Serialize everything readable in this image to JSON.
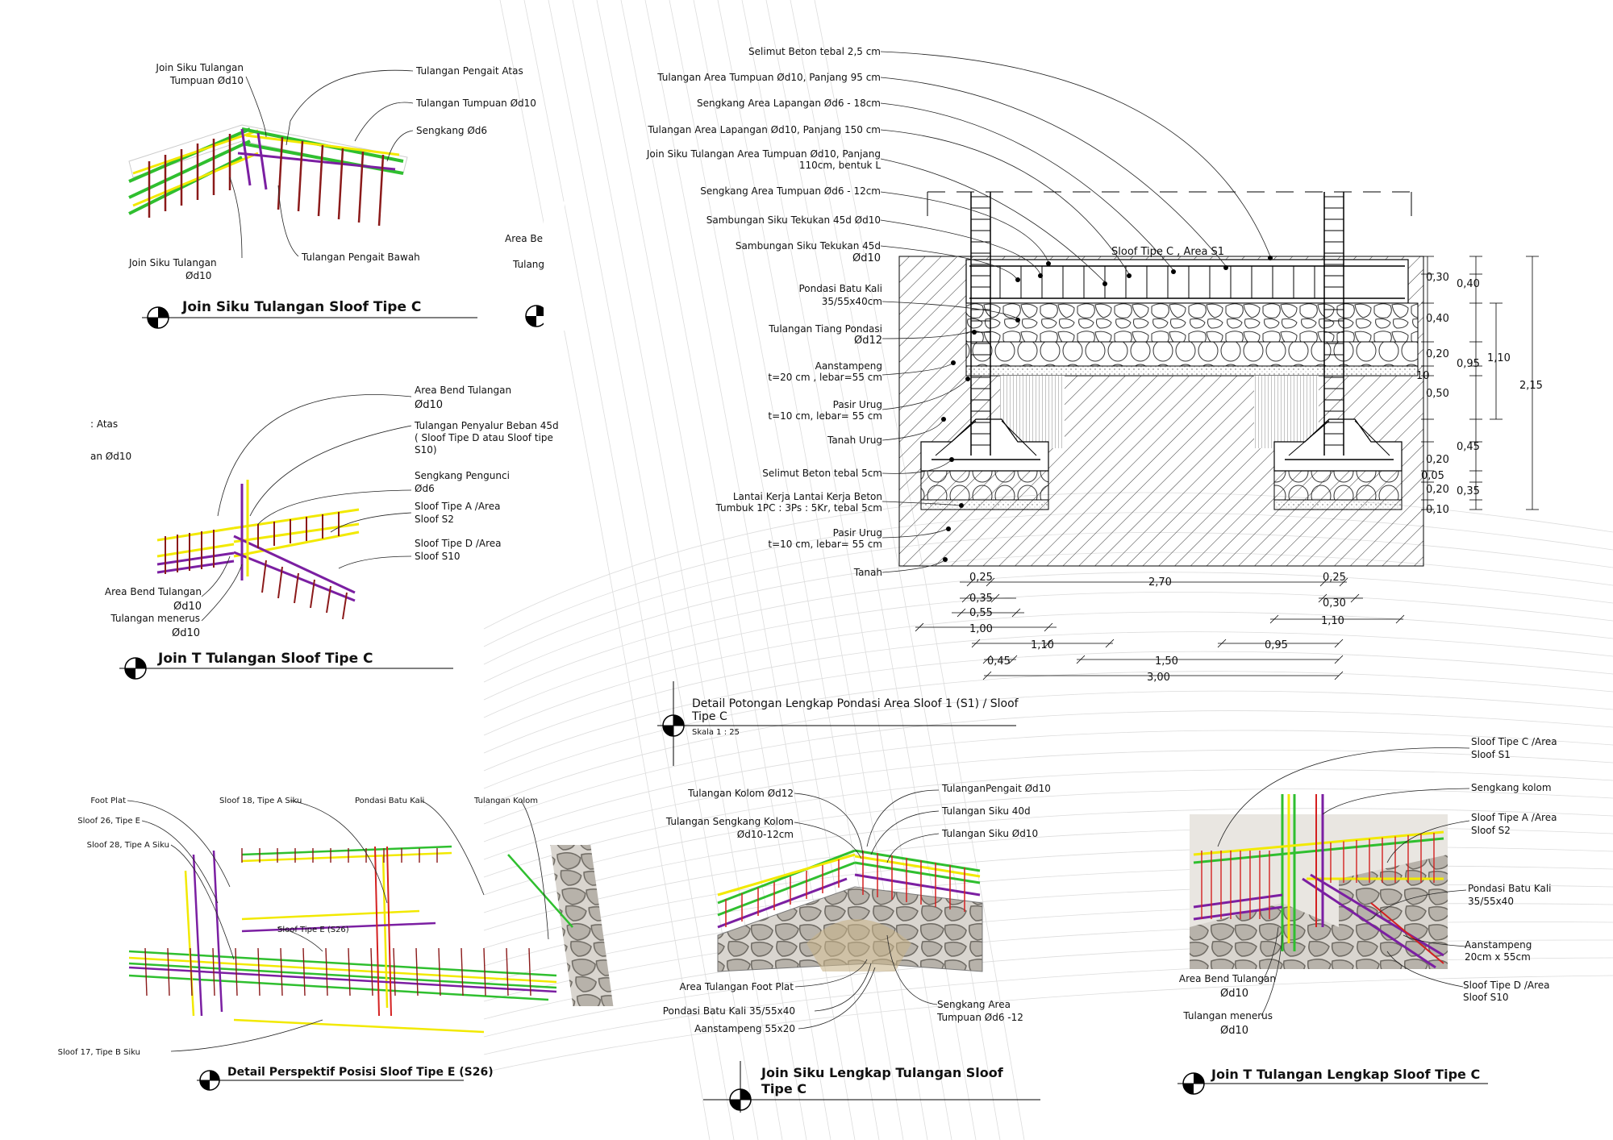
{
  "colors": {
    "rebar_green": "#2fbf2f",
    "rebar_yellow": "#f2e900",
    "rebar_purple": "#7b1fa2",
    "rebar_red": "#d42020",
    "stirrup": "#8b1a1a",
    "stone": "#cfcac2",
    "ink": "#111111"
  },
  "panel1": {
    "title": "Join Siku Tulangan Sloof Tipe C",
    "labels": [
      "Join Siku Tulangan",
      "Tumpuan Ød10",
      "Tulangan Pengait Atas",
      "Tulangan Tumpuan Ød10",
      "Sengkang Ød6",
      "Join Siku Tulangan",
      "Ød10",
      "Tulangan Pengait Bawah"
    ]
  },
  "panel1b": {
    "labels": [
      "Area Be",
      "Tulang"
    ]
  },
  "panel2": {
    "title": "Join T Tulangan Sloof Tipe C",
    "labels": [
      "Area Bend Tulangan",
      "Ød10",
      "Tulangan Penyalur Beban 45d",
      "( Sloof Tipe D atau Sloof tipe",
      "S10)",
      "Sengkang Pengunci",
      "Ød6",
      "Sloof Tipe A /Area",
      "Sloof S2",
      "Sloof Tipe D /Area",
      "Sloof S10",
      "Area Bend Tulangan",
      "Ød10",
      "Tulangan menerus",
      "Ød10",
      ": Atas",
      "an Ød10"
    ]
  },
  "section": {
    "title_line1": "Detail Potongan Lengkap Pondasi Area Sloof 1 (S1) / Sloof",
    "title_line2": "Tipe C",
    "scale": "Skala 1 : 25",
    "sloof_label": "Sloof Tipe C , Area S1",
    "callouts": [
      "Selimut Beton tebal 2,5 cm",
      "Tulangan Area Tumpuan Ød10, Panjang 95 cm",
      "Sengkang Area Lapangan Ød6 - 18cm",
      "Tulangan Area Lapangan Ød10, Panjang  150 cm",
      "Join Siku Tulangan Area Tumpuan Ød10, Panjang",
      "110cm, bentuk L",
      "Sengkang Area Tumpuan Ød6 - 12cm",
      "Sambungan Siku Tekukan  45d  Ød10",
      "Sambungan Siku Tekukan  45d",
      "Ød10",
      "Pondasi Batu Kali",
      "35/55x40cm",
      "Tulangan Tiang Pondasi",
      "Ød12",
      "Aanstampeng",
      "t=20 cm , lebar=55 cm",
      "Pasir Urug",
      "t=10 cm, lebar= 55 cm",
      "Tanah Urug",
      "Selimut Beton tebal 5cm",
      "Lantai Kerja Lantai Kerja Beton",
      "Tumbuk 1PC : 3Ps : 5Kr, tebal 5cm",
      "Pasir Urug",
      "t=10 cm, lebar= 55 cm",
      "Tanah"
    ],
    "dims_right": [
      "0,30",
      "0,40",
      "0,40",
      "0,20",
      "0,95",
      "1,10",
      "10",
      "0,50",
      "2,15",
      "0,45",
      "0,20",
      "0,05",
      "0,20",
      "0,35",
      "0,10"
    ],
    "dims_bottom": [
      "0,25",
      "2,70",
      "0,25",
      "0,35",
      "0,30",
      "0,55",
      "1,10",
      "1,00",
      "1,10",
      "0,95",
      "0,45",
      "1,50",
      "3,00"
    ]
  },
  "panel3": {
    "title": "Detail Perspektif Posisi Sloof Tipe E (S26)",
    "labels": [
      "Foot Plat",
      "Sloof 18, Tipe A Siku",
      "Pondasi Batu Kali",
      "Tulangan Kolom",
      "Sloof 26, Tipe E",
      "Sloof 28, Tipe A Siku",
      "Sloof Tipe E (S26)",
      "Sloof 17, Tipe B Siku"
    ]
  },
  "panel4": {
    "title_line1": "Join Siku  Lengkap Tulangan Sloof",
    "title_line2": "Tipe C",
    "labels": [
      "Tulangan Kolom Ød12",
      "TulanganPengait Ød10",
      "Tulangan Siku 40d",
      "Tulangan Sengkang Kolom",
      "Ød10-12cm",
      "Tulangan Siku Ød10",
      "Area Tulangan Foot Plat",
      "Pondasi Batu Kali 35/55x40",
      "Aanstampeng 55x20",
      "Sengkang Area",
      "Tumpuan Ød6 -12"
    ]
  },
  "panel5": {
    "title": "Join T Tulangan Lengkap Sloof Tipe C",
    "labels": [
      "Sloof Tipe C /Area",
      "Sloof S1",
      "Sengkang kolom",
      "Sloof Tipe A /Area",
      "Sloof S2",
      "Pondasi Batu Kali",
      "35/55x40",
      "Aanstampeng",
      "20cm x 55cm",
      "Area Bend Tulangan",
      "Ød10",
      "Sloof Tipe D /Area",
      "Sloof S10",
      "Tulangan menerus",
      "Ød10"
    ]
  }
}
